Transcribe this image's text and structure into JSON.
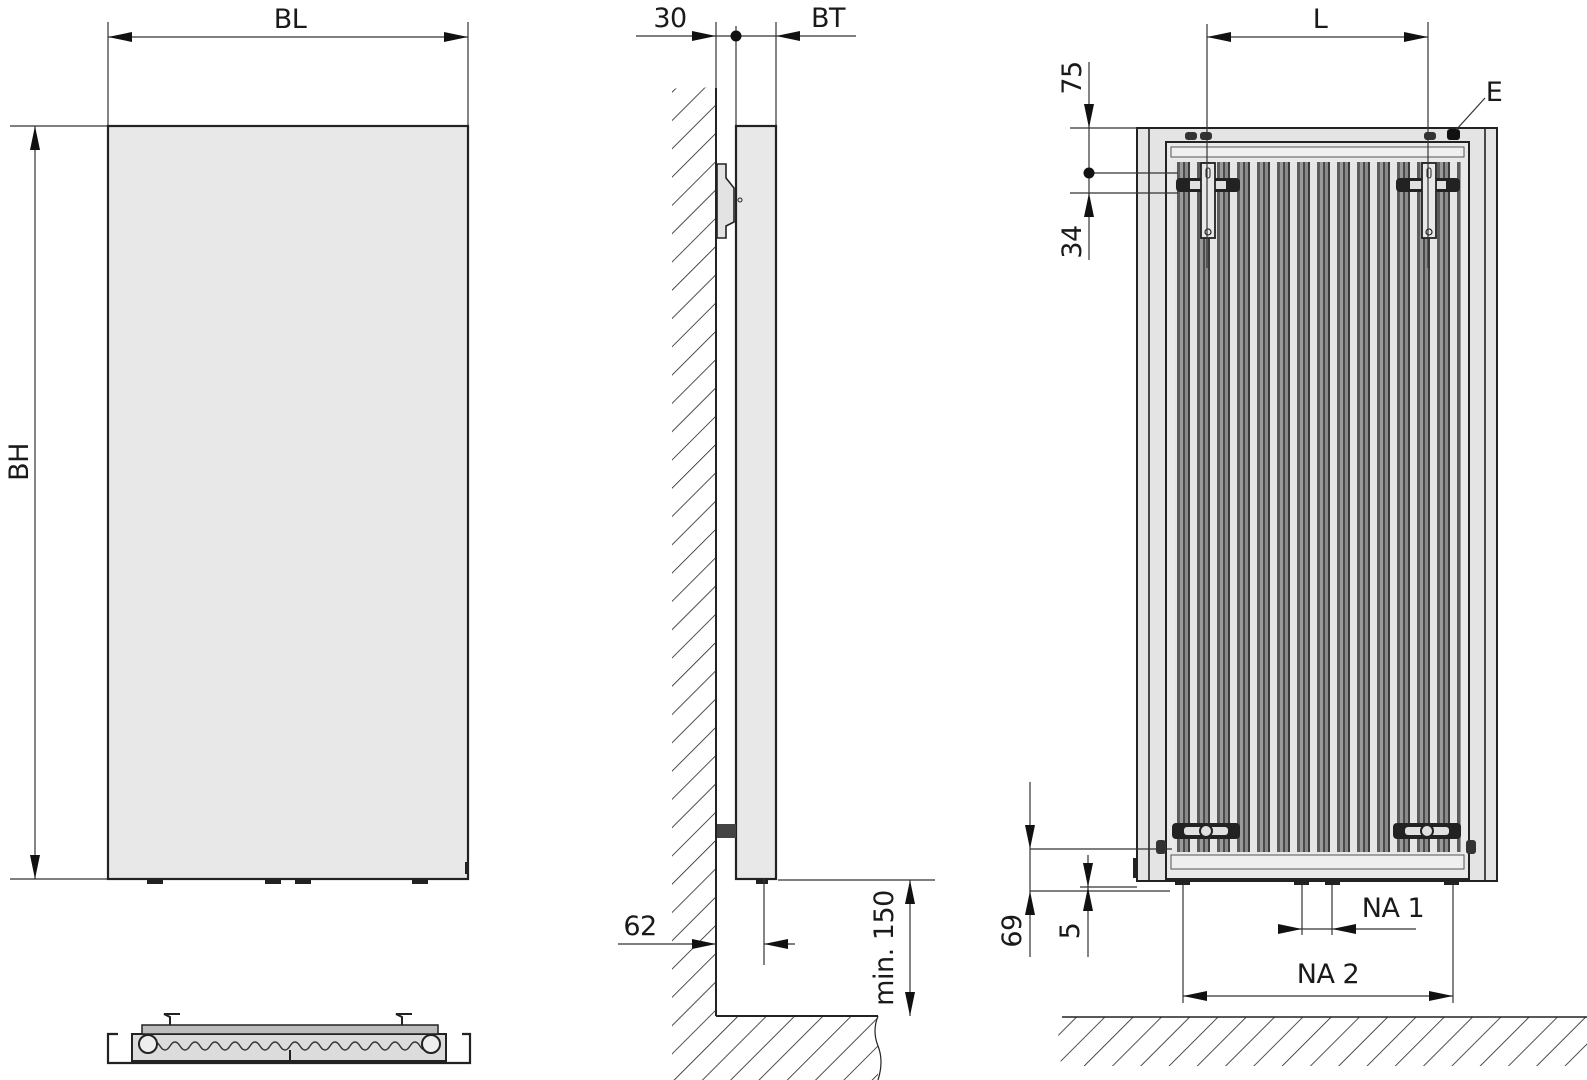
{
  "drawing": {
    "title": "Radiator dimension drawing",
    "colors": {
      "panel_fill": "#e8e8e8",
      "line": "#222222",
      "fin_dark": "#666666",
      "fin_light": "#a8a8a8",
      "background": "#ffffff"
    },
    "front_view": {
      "width_label": "BL",
      "height_label": "BH"
    },
    "side_view": {
      "wall_gap_label": "30",
      "depth_label": "BT",
      "connection_offset_label": "62",
      "floor_clearance_label": "min. 150"
    },
    "rear_view": {
      "bracket_spacing_label": "L",
      "vent_label": "E",
      "top_offset_label": "75",
      "bracket_offset_label": "34",
      "bottom_connection_label": "69",
      "bottom_offset_label": "5",
      "connection_spacing_1_label": "NA 1",
      "connection_spacing_2_label": "NA 2"
    },
    "top_view": {
      "label": ""
    }
  }
}
